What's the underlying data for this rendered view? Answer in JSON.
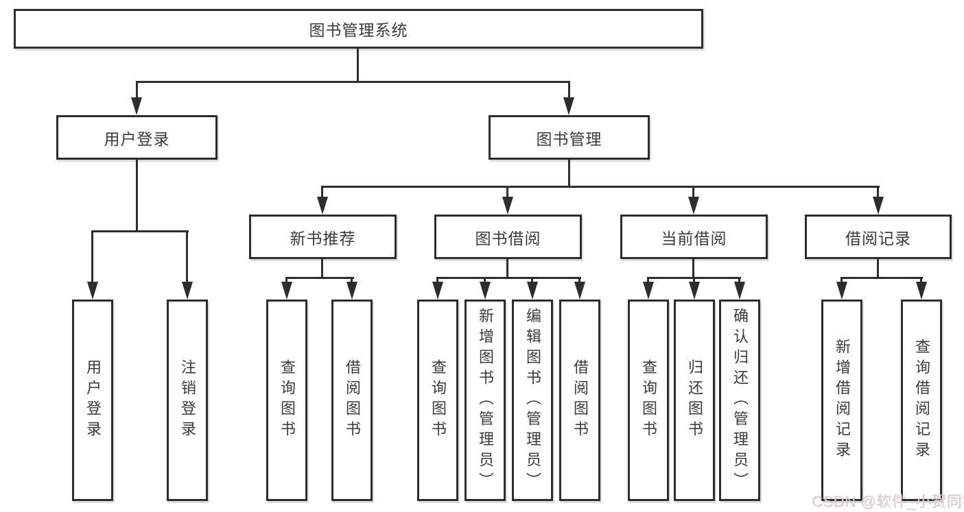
{
  "root": {
    "label": "图书管理系统"
  },
  "level2": [
    {
      "label": "用户登录"
    },
    {
      "label": "图书管理"
    }
  ],
  "level3": [
    {
      "label": "新书推荐",
      "parent": "图书管理"
    },
    {
      "label": "图书借阅",
      "parent": "图书管理"
    },
    {
      "label": "当前借阅",
      "parent": "图书管理"
    },
    {
      "label": "借阅记录",
      "parent": "图书管理"
    }
  ],
  "level4": [
    {
      "label": "用户登录",
      "parent": "用户登录"
    },
    {
      "label": "注销登录",
      "parent": "用户登录"
    },
    {
      "label": "查询图书",
      "parent": "新书推荐"
    },
    {
      "label": "借阅图书",
      "parent": "新书推荐"
    },
    {
      "label": "查询图书",
      "parent": "图书借阅"
    },
    {
      "label": "新增图书（管理员）",
      "parent": "图书借阅"
    },
    {
      "label": "编辑图书（管理员）",
      "parent": "图书借阅"
    },
    {
      "label": "借阅图书",
      "parent": "图书借阅"
    },
    {
      "label": "查询图书",
      "parent": "当前借阅"
    },
    {
      "label": "归还图书",
      "parent": "当前借阅"
    },
    {
      "label": "确认归还（管理员）",
      "parent": "当前借阅"
    },
    {
      "label": "新增借阅记录",
      "parent": "借阅记录"
    },
    {
      "label": "查询借阅记录",
      "parent": "借阅记录"
    }
  ],
  "watermark": {
    "text": "CSDN @软件_小贺同学"
  },
  "colors": {
    "line": "#2d2d2d",
    "text": "#3a3a3a",
    "background": "#ffffff",
    "watermark": "#d8d4d4"
  }
}
